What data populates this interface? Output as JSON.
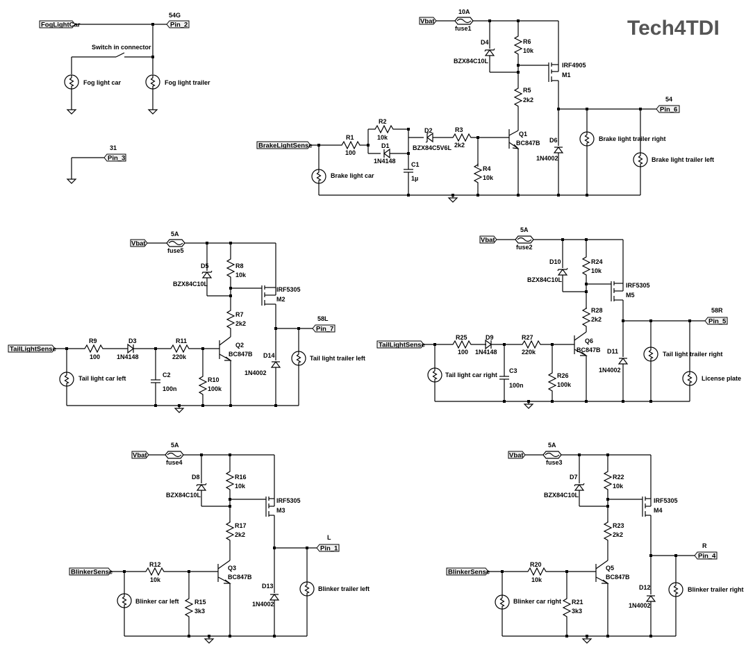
{
  "title": "Tech4TDI",
  "colors": {
    "logo": "#555555",
    "wire": "#000000",
    "port_fill": "#f2f2f2",
    "background": "#ffffff"
  },
  "fog": {
    "input": "FogLightCar",
    "pin": "Pin_2",
    "pin_name": "54G",
    "switch_label": "Switch in connector",
    "lamp_car": "Fog light car",
    "lamp_trailer": "Fog light trailer"
  },
  "ground_pin": {
    "pin": "Pin_3",
    "pin_name": "31"
  },
  "brake": {
    "input": "BrakeLightSense",
    "vbat": "Vbat",
    "fuse": {
      "rating": "10A",
      "name": "fuse1"
    },
    "zener": {
      "name": "D4",
      "part": "BZX84C10L"
    },
    "r_top": {
      "name": "R6",
      "value": "10k"
    },
    "r_gate": {
      "name": "R5",
      "value": "2k2"
    },
    "mosfet": {
      "part": "IRF4905",
      "name": "M1"
    },
    "r1": {
      "name": "R1",
      "value": "100"
    },
    "r2": {
      "name": "R2",
      "value": "10k"
    },
    "d1": {
      "name": "D1",
      "part": "1N4148"
    },
    "c1": {
      "name": "C1",
      "value": "1µ"
    },
    "d2": {
      "name": "D2",
      "part": "BZX84C5V6L"
    },
    "r3": {
      "name": "R3",
      "value": "2k2"
    },
    "r4": {
      "name": "R4",
      "value": "10k"
    },
    "q": {
      "name": "Q1",
      "part": "BC847B"
    },
    "flyback": {
      "name": "D6",
      "part": "1N4002"
    },
    "pin": "Pin_6",
    "pin_name": "54",
    "lamp_car": "Brake light car",
    "lamp_trailer_right": "Brake light trailer right",
    "lamp_trailer_left": "Brake light trailer left"
  },
  "tail_left": {
    "input": "TailLightSense",
    "vbat": "Vbat",
    "fuse": {
      "rating": "5A",
      "name": "fuse5"
    },
    "zener": {
      "name": "D5",
      "part": "BZX84C10L"
    },
    "r_top": {
      "name": "R8",
      "value": "10k"
    },
    "r_gate": {
      "name": "R7",
      "value": "2k2"
    },
    "mosfet": {
      "part": "IRF5305",
      "name": "M2"
    },
    "r_in": {
      "name": "R9",
      "value": "100"
    },
    "d_in": {
      "name": "D3",
      "part": "1N4148"
    },
    "cap": {
      "name": "C2",
      "value": "100n"
    },
    "r_base": {
      "name": "R11",
      "value": "220k"
    },
    "r_pd": {
      "name": "R10",
      "value": "100k"
    },
    "q": {
      "name": "Q2",
      "part": "BC847B"
    },
    "flyback": {
      "name": "D14",
      "part": "1N4002"
    },
    "pin": "Pin_7",
    "pin_name": "58L",
    "lamp_car": "Tail light car left",
    "lamp_trailer": "Tail light trailer left"
  },
  "tail_right": {
    "input": "TailLightSense",
    "vbat": "Vbat",
    "fuse": {
      "rating": "5A",
      "name": "fuse2"
    },
    "zener": {
      "name": "D10",
      "part": "BZX84C10L"
    },
    "r_top": {
      "name": "R24",
      "value": "10k"
    },
    "r_gate": {
      "name": "R28",
      "value": "2k2"
    },
    "mosfet": {
      "part": "IRF5305",
      "name": "M5"
    },
    "r_in": {
      "name": "R25",
      "value": "100"
    },
    "d_in": {
      "name": "D9",
      "part": "1N4148"
    },
    "cap": {
      "name": "C3",
      "value": "100n"
    },
    "r_base": {
      "name": "R27",
      "value": "220k"
    },
    "r_pd": {
      "name": "R26",
      "value": "100k"
    },
    "q": {
      "name": "Q6",
      "part": "BC847B"
    },
    "flyback": {
      "name": "D11",
      "part": "1N4002"
    },
    "pin": "Pin_5",
    "pin_name": "58R",
    "lamp_car": "Tail light car right",
    "lamp_trailer": "Tail light trailer right",
    "lamp_plate": "License plate"
  },
  "blink_left": {
    "input": "BlinkerSense",
    "vbat": "Vbat",
    "fuse": {
      "rating": "5A",
      "name": "fuse4"
    },
    "zener": {
      "name": "D8",
      "part": "BZX84C10L"
    },
    "r_top": {
      "name": "R16",
      "value": "10k"
    },
    "r_gate": {
      "name": "R17",
      "value": "2k2"
    },
    "mosfet": {
      "part": "IRF5305",
      "name": "M3"
    },
    "r_in": {
      "name": "R12",
      "value": "10k"
    },
    "r_pd": {
      "name": "R15",
      "value": "3k3"
    },
    "q": {
      "name": "Q3",
      "part": "BC847B"
    },
    "flyback": {
      "name": "D13",
      "part": "1N4002"
    },
    "pin": "Pin_1",
    "pin_name": "L",
    "lamp_car": "Blinker car left",
    "lamp_trailer": "Blinker trailer left"
  },
  "blink_right": {
    "input": "BlinkerSense",
    "vbat": "Vbat",
    "fuse": {
      "rating": "5A",
      "name": "fuse3"
    },
    "zener": {
      "name": "D7",
      "part": "BZX84C10L"
    },
    "r_top": {
      "name": "R22",
      "value": "10k"
    },
    "r_gate": {
      "name": "R23",
      "value": "2k2"
    },
    "mosfet": {
      "part": "IRF5305",
      "name": "M4"
    },
    "r_in": {
      "name": "R20",
      "value": "10k"
    },
    "r_pd": {
      "name": "R21",
      "value": "3k3"
    },
    "q": {
      "name": "Q5",
      "part": "BC847B"
    },
    "flyback": {
      "name": "D12",
      "part": "1N4002"
    },
    "pin": "Pin_4",
    "pin_name": "R",
    "lamp_car": "Blinker car right",
    "lamp_trailer": "Blinker trailer right"
  }
}
